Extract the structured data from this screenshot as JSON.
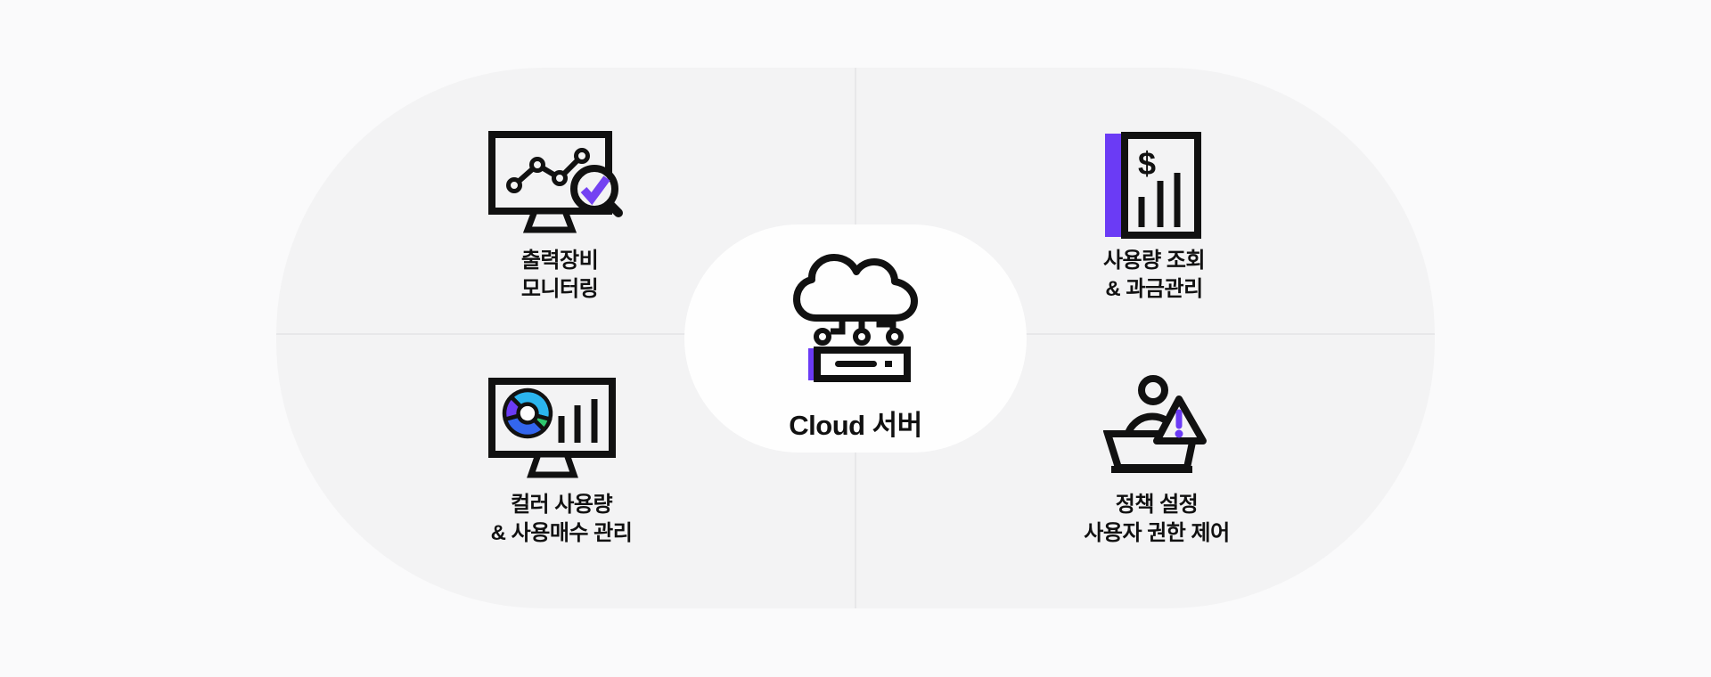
{
  "page": {
    "background": "#FAFAFB"
  },
  "panel": {
    "background": "#F3F3F4",
    "divider_color": "#E7E7E9"
  },
  "center": {
    "label": "Cloud 서버",
    "icon": "cloud-server-icon",
    "bubble_color": "#FEFEFE"
  },
  "features": [
    {
      "id": "output-device-monitoring",
      "position": "top-left",
      "label": "출력장비\n모니터링",
      "icon": "monitor-line-chart-check-icon"
    },
    {
      "id": "usage-lookup-billing",
      "position": "top-right",
      "label": "사용량 조회\n& 과금관리",
      "icon": "billing-document-icon",
      "currency_glyph": "$"
    },
    {
      "id": "color-usage-page-count",
      "position": "bottom-left",
      "label": "컬러 사용량\n& 사용매수 관리",
      "icon": "monitor-donut-chart-icon"
    },
    {
      "id": "policy-user-permission",
      "position": "bottom-right",
      "label": "정책 설정\n사용자 권한 제어",
      "icon": "user-policy-warning-icon"
    }
  ],
  "colors": {
    "accent": "#6B3BF5",
    "check": "#7442F2",
    "cyan": "#2BB5EE",
    "blue": "#3366EE",
    "green": "#2EC76E",
    "ink": "#111111"
  }
}
